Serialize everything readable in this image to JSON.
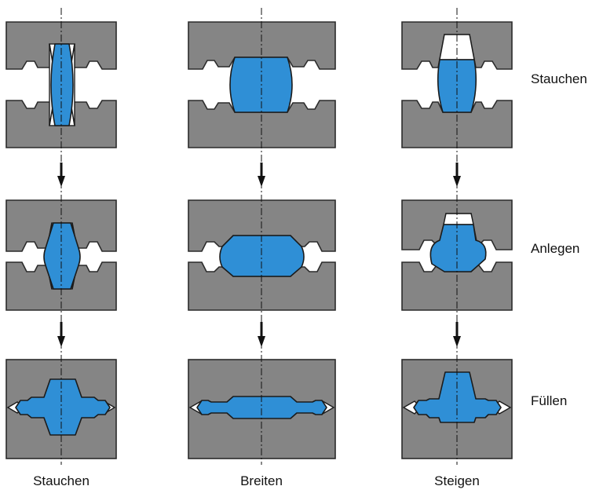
{
  "row_labels": [
    "Stauchen",
    "Anlegen",
    "Füllen"
  ],
  "column_labels": [
    "Stauchen",
    "Breiten",
    "Steigen"
  ],
  "colors": {
    "die": "#858585",
    "blank": "#2f8fd6",
    "outline": "#1b1b1b",
    "background": "#ffffff"
  }
}
